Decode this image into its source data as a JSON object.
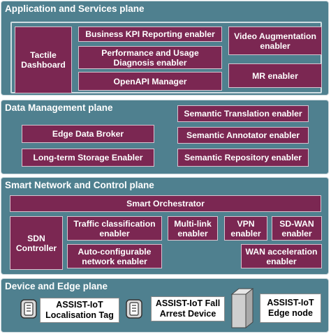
{
  "application_plane": {
    "title": "Application and Services plane",
    "tactile_dashboard": "Tactile\nDashboard",
    "business_kpi": "Business KPI Reporting enabler",
    "performance_usage": "Performance and Usage\nDiagnosis enabler",
    "openapi_manager": "OpenAPI Manager",
    "video_augmentation": "Video Augmentation\nenabler",
    "mr_enabler": "MR enabler"
  },
  "data_plane": {
    "title": "Data Management plane",
    "semantic_translation": "Semantic Translation enabler",
    "edge_data_broker": "Edge Data Broker",
    "semantic_annotator": "Semantic Annotator enabler",
    "long_term_storage": "Long-term Storage Enabler",
    "semantic_repository": "Semantic Repository enabler"
  },
  "network_plane": {
    "title": "Smart Network and Control plane",
    "smart_orchestrator": "Smart Orchestrator",
    "sdn_controller": "SDN\nController",
    "traffic_classification": "Traffic classification\nenabler",
    "multi_link": "Multi-link\nenabler",
    "vpn": "VPN\nenabler",
    "sd_wan": "SD-WAN\nenabler",
    "auto_configurable": "Auto-configurable\nnetwork enabler",
    "wan_acceleration": "WAN acceleration\nenabler"
  },
  "device_plane": {
    "title": "Device and Edge plane",
    "localisation_tag": "ASSIST-IoT\nLocalisation Tag",
    "fall_arrest": "ASSIST-IoT Fall\nArrest Device",
    "edge_node": "ASSIST-IoT\nEdge node",
    "icons": [
      "tag-device-icon",
      "fall-arrest-device-icon",
      "edge-node-server-icon"
    ]
  },
  "colors": {
    "plane_background": "#4f808f",
    "enabler_box": "#7b2752",
    "device_box": "#ffffff"
  }
}
